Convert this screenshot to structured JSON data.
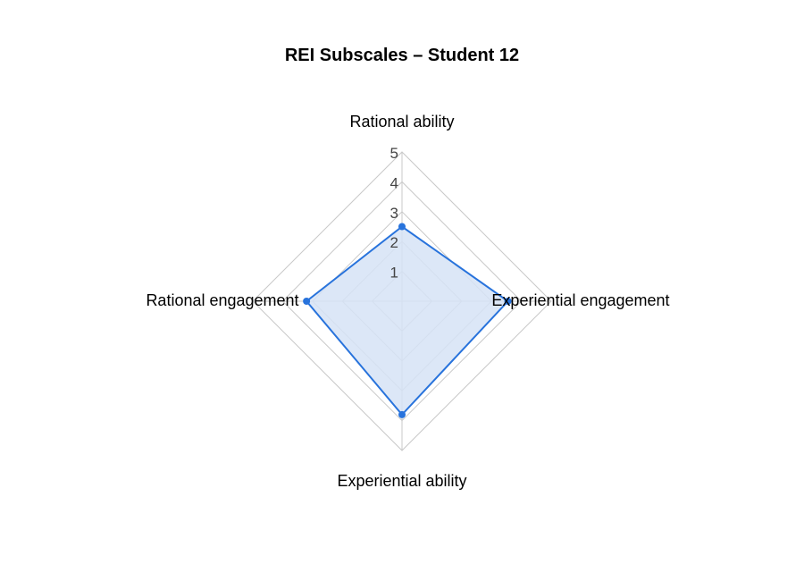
{
  "chart_data": {
    "type": "radar",
    "title": "REI Subscales – Student 12",
    "axes": [
      "Rational ability",
      "Experiential engagement",
      "Experiential ability",
      "Rational engagement"
    ],
    "values": [
      2.5,
      3.55,
      3.8,
      3.2
    ],
    "rlim": [
      0,
      5
    ],
    "ticks": [
      "1",
      "2",
      "3",
      "4",
      "5"
    ],
    "grid": true,
    "colors": {
      "line": "#2873DC",
      "fill": "#D6E3F6",
      "grid": "#C8C8C8"
    }
  }
}
